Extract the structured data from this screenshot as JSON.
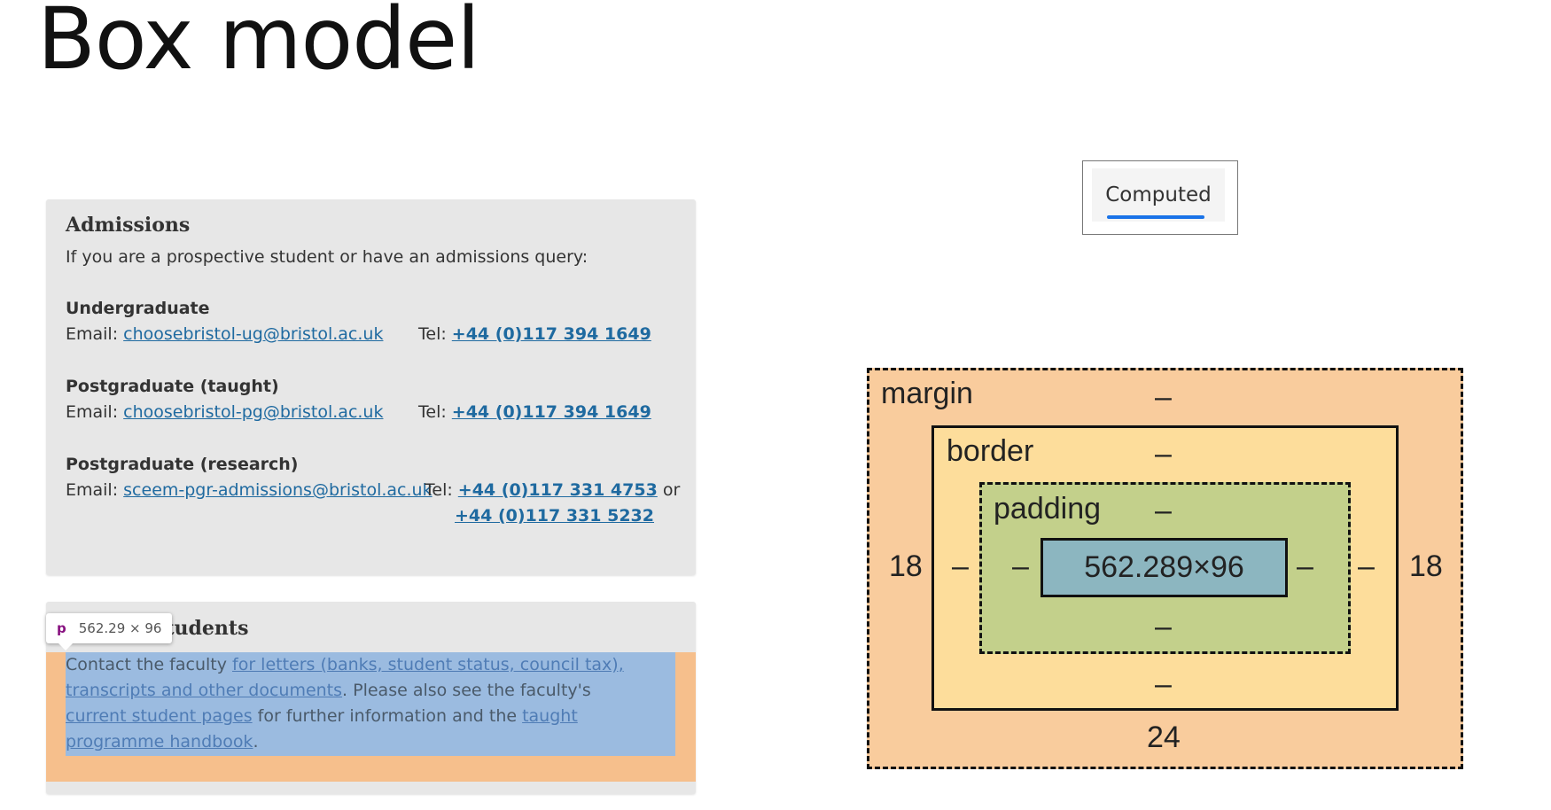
{
  "slide": {
    "title": "Box model"
  },
  "admissions": {
    "heading": "Admissions",
    "intro": "If you are a prospective student or have an admissions query:",
    "email_label": "Email: ",
    "tel_label": "Tel: ",
    "or": " or",
    "undergraduate": {
      "title": "Undergraduate",
      "email": "choosebristol-ug@bristol.ac.uk",
      "tel": "+44 (0)117 394 1649"
    },
    "postgraduate_taught": {
      "title": "Postgraduate (taught)",
      "email": "choosebristol-pg@bristol.ac.uk",
      "tel": "+44 (0)117 394 1649"
    },
    "postgraduate_research": {
      "title": "Postgraduate (research)",
      "email": "sceem-pgr-admissions@bristol.ac.uk",
      "tel": "+44 (0)117 331 4753",
      "tel2": "+44 (0)117 331 5232"
    }
  },
  "current": {
    "heading": "students",
    "text_1": "Contact the faculty ",
    "link_1": "for letters (banks, student status, council tax), transcripts and other documents",
    "text_2": ". Please also see the faculty's ",
    "link_2": "current student pages",
    "text_3": " for further information and the ",
    "link_3": "taught programme handbook",
    "text_4": "."
  },
  "tooltip": {
    "tag": "p",
    "dims": "562.29 × 96"
  },
  "devtools": {
    "tab": "Computed",
    "tab_accent": "#1a73e8",
    "box_model": {
      "margin_label": "margin",
      "border_label": "border",
      "padding_label": "padding",
      "content": "562.289×96",
      "margin_top": "–",
      "margin_right": "18",
      "margin_bottom": "24",
      "margin_left": "18",
      "border_top": "–",
      "border_right": "–",
      "border_bottom": "–",
      "border_left": "–",
      "padding_top": "–",
      "padding_right": "–",
      "padding_bottom": "–",
      "padding_left": "–",
      "colors": {
        "margin": "#f9cc9d",
        "border": "#fddd9b",
        "padding": "#c3d08b",
        "content": "#8cb6c0"
      }
    }
  }
}
